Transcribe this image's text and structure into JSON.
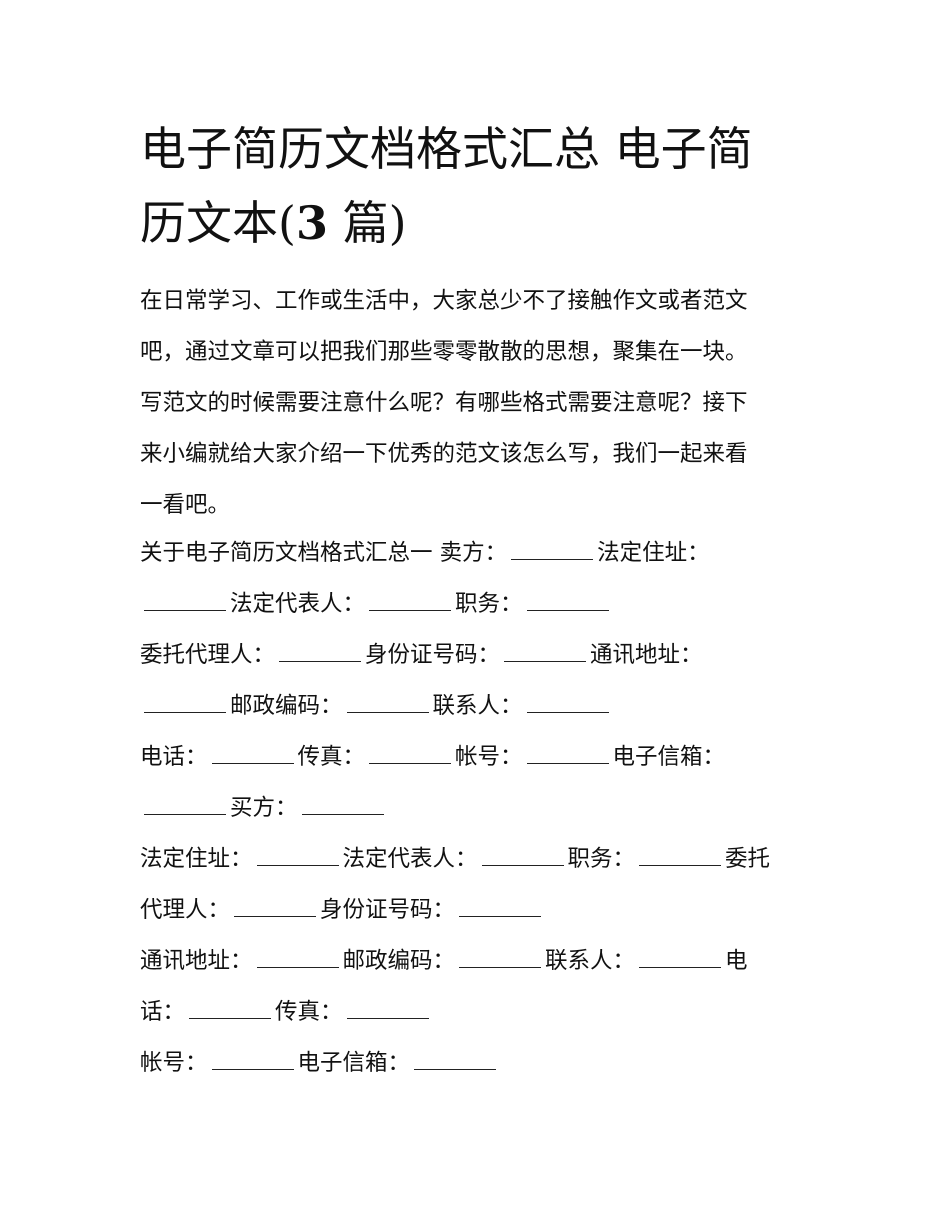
{
  "document": {
    "title_line1": "电子简历文档格式汇总 电子简",
    "title_line2_pre": "历文本(",
    "title_line2_num": "3",
    "title_line2_post": " 篇)",
    "intro_lines": [
      "在日常学习、工作或生活中，大家总少不了接触作文或者范文",
      "吧，通过文章可以把我们那些零零散散的思想，聚集在一块。",
      "写范文的时候需要注意什么呢？有哪些格式需要注意呢？接下",
      "来小编就给大家介绍一下优秀的范文该怎么写，我们一起来看",
      "一看吧。"
    ],
    "form_lines": [
      [
        "关于电子简历文档格式汇总一 卖方：",
        "_",
        "法定住址："
      ],
      [
        "_",
        "法定代表人：",
        "_",
        "职务：",
        "_"
      ],
      [
        "委托代理人：",
        "_",
        "身份证号码：",
        "_",
        "通讯地址："
      ],
      [
        "_",
        "邮政编码：",
        "_",
        "联系人：",
        "_"
      ],
      [
        "电话：",
        "_",
        "传真：",
        "_",
        "帐号：",
        "_",
        "电子信箱："
      ],
      [
        "_",
        "买方：",
        "_"
      ],
      [
        "法定住址：",
        "_",
        "法定代表人：",
        "_",
        "职务：",
        "_",
        "委托"
      ],
      [
        "代理人：",
        "_",
        "身份证号码：",
        "_"
      ],
      [
        "通讯地址：",
        "_",
        "邮政编码：",
        "_",
        "联系人：",
        "_",
        "电"
      ],
      [
        "话：",
        "_",
        "传真：",
        "_"
      ],
      [
        "帐号：",
        "_",
        "电子信箱：",
        "_"
      ]
    ]
  }
}
